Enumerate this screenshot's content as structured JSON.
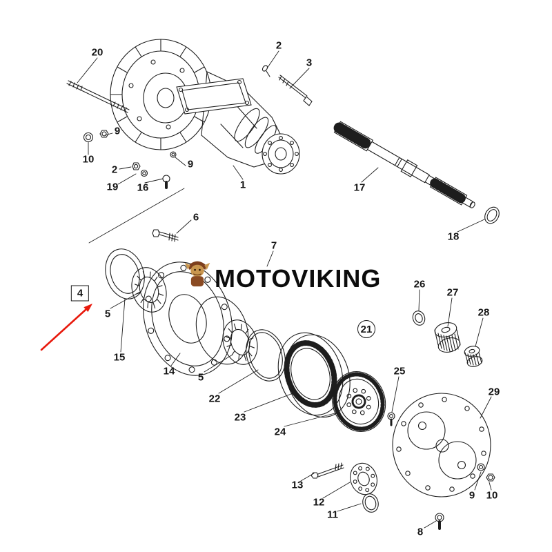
{
  "watermark": {
    "brand": "MOTOVIKING",
    "logo_primary": "#8a4a22",
    "logo_secondary": "#c9964e"
  },
  "diagram": {
    "highlight_color": "#e8190c",
    "labels": [
      {
        "text": "20"
      },
      {
        "text": "2"
      },
      {
        "text": "3"
      },
      {
        "text": "9"
      },
      {
        "text": "10"
      },
      {
        "text": "2"
      },
      {
        "text": "19"
      },
      {
        "text": "16"
      },
      {
        "text": "9"
      },
      {
        "text": "1"
      },
      {
        "text": "17"
      },
      {
        "text": "18"
      },
      {
        "text": "6"
      },
      {
        "text": "7"
      },
      {
        "text": "4"
      },
      {
        "text": "5"
      },
      {
        "text": "15"
      },
      {
        "text": "14"
      },
      {
        "text": "5"
      },
      {
        "text": "22"
      },
      {
        "text": "23"
      },
      {
        "text": "24"
      },
      {
        "text": "21"
      },
      {
        "text": "26"
      },
      {
        "text": "27"
      },
      {
        "text": "28"
      },
      {
        "text": "25"
      },
      {
        "text": "29"
      },
      {
        "text": "9"
      },
      {
        "text": "10"
      },
      {
        "text": "13"
      },
      {
        "text": "12"
      },
      {
        "text": "11"
      },
      {
        "text": "8"
      }
    ]
  }
}
